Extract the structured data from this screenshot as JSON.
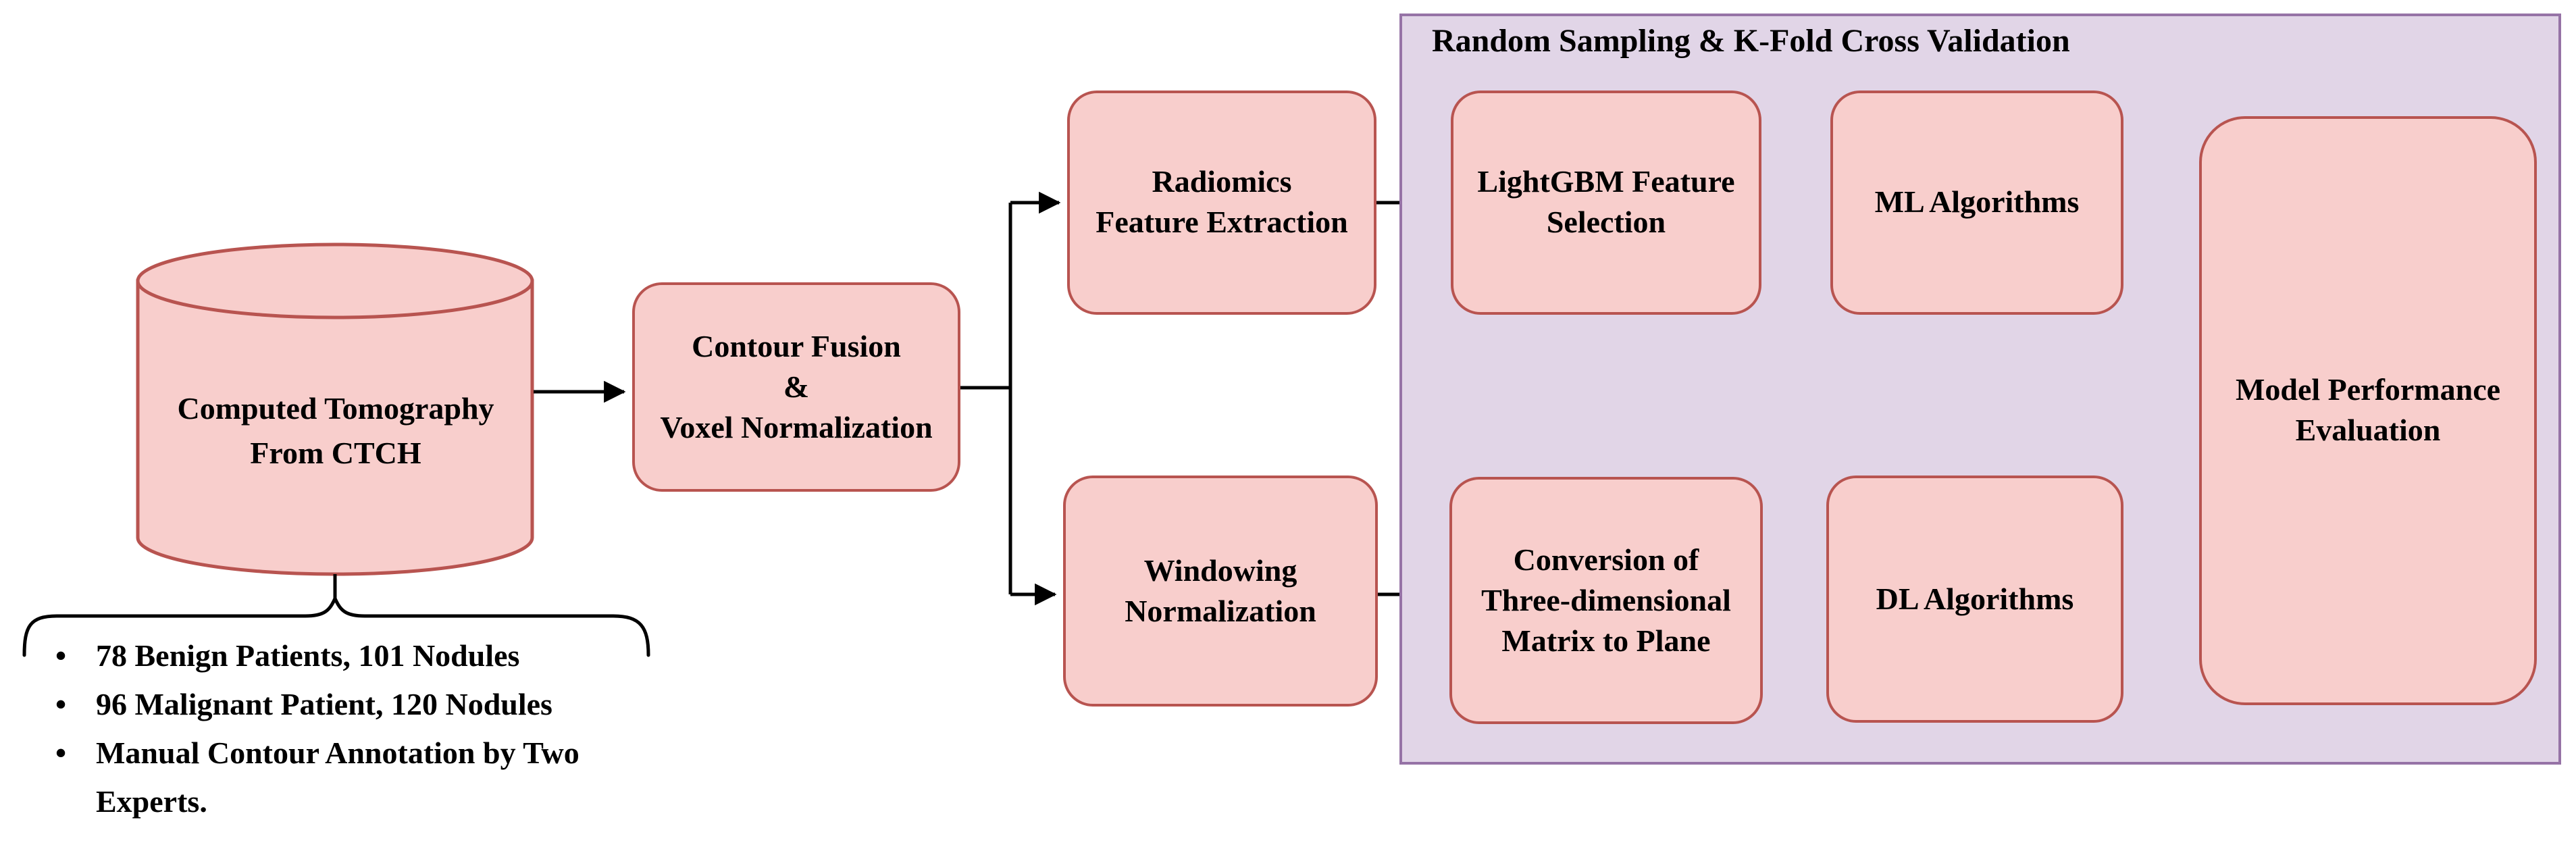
{
  "colors": {
    "node_fill": "#f8cecc",
    "node_stroke": "#b85450",
    "region_fill": "#e1d5e7",
    "region_stroke": "#9673a6",
    "connector": "#000000",
    "text": "#000000"
  },
  "region": {
    "title": "Random Sampling & K-Fold Cross Validation"
  },
  "nodes": {
    "ct_database": {
      "lines": [
        "Computed Tomography",
        "From CTCH"
      ]
    },
    "contour_fusion": {
      "lines": [
        "Contour Fusion",
        "&",
        "Voxel Normalization"
      ]
    },
    "radiomics": {
      "lines": [
        "Radiomics",
        "Feature Extraction"
      ]
    },
    "windowing": {
      "lines": [
        "Windowing",
        "Normalization"
      ]
    },
    "lightgbm": {
      "lines": [
        "LightGBM Feature",
        "Selection"
      ]
    },
    "conversion": {
      "lines": [
        "Conversion of",
        "Three-dimensional",
        "Matrix to Plane"
      ]
    },
    "ml": {
      "lines": [
        "ML Algorithms"
      ]
    },
    "dl": {
      "lines": [
        "DL Algorithms"
      ]
    },
    "model_eval": {
      "lines": [
        "Model Performance",
        "Evaluation"
      ]
    }
  },
  "dataset_notes": [
    "78 Benign Patients, 101 Nodules",
    "96 Malignant Patient, 120 Nodules",
    "Manual Contour Annotation by Two Experts."
  ]
}
